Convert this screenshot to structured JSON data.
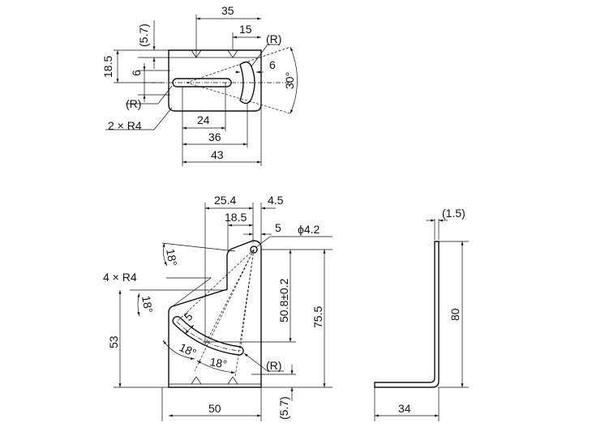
{
  "top_view": {
    "dim_35": "35",
    "dim_15": "15",
    "dim_r_slot": "(R)",
    "dim_5_7": "(5.7)",
    "dim_18_5": "18.5",
    "dim_6_left": "6",
    "dim_6_right": "6",
    "dim_30deg": "30°",
    "dim_r_left": "(R)",
    "dim_2xr4": "2 × R4",
    "dim_24": "24",
    "dim_36": "36",
    "dim_43": "43"
  },
  "front_view": {
    "dim_25_4": "25.4",
    "dim_4_5": "4.5",
    "dim_18_5": "18.5",
    "dim_5_top": "5",
    "dim_phi4_2": "ϕ4.2",
    "dim_18deg_top": "18°",
    "dim_4xr4": "4 × R4",
    "dim_18deg_mid": "18°",
    "dim_5_slot": "5",
    "dim_18deg_a": "18°",
    "dim_18deg_b": "18°",
    "dim_r": "(R)",
    "dim_53": "53",
    "dim_50_8": "50.8±0.2",
    "dim_75_5": "75.5",
    "dim_50": "50",
    "dim_5_7": "(5.7)"
  },
  "side_view": {
    "dim_1_5": "(1.5)",
    "dim_80": "80",
    "dim_34": "34"
  }
}
